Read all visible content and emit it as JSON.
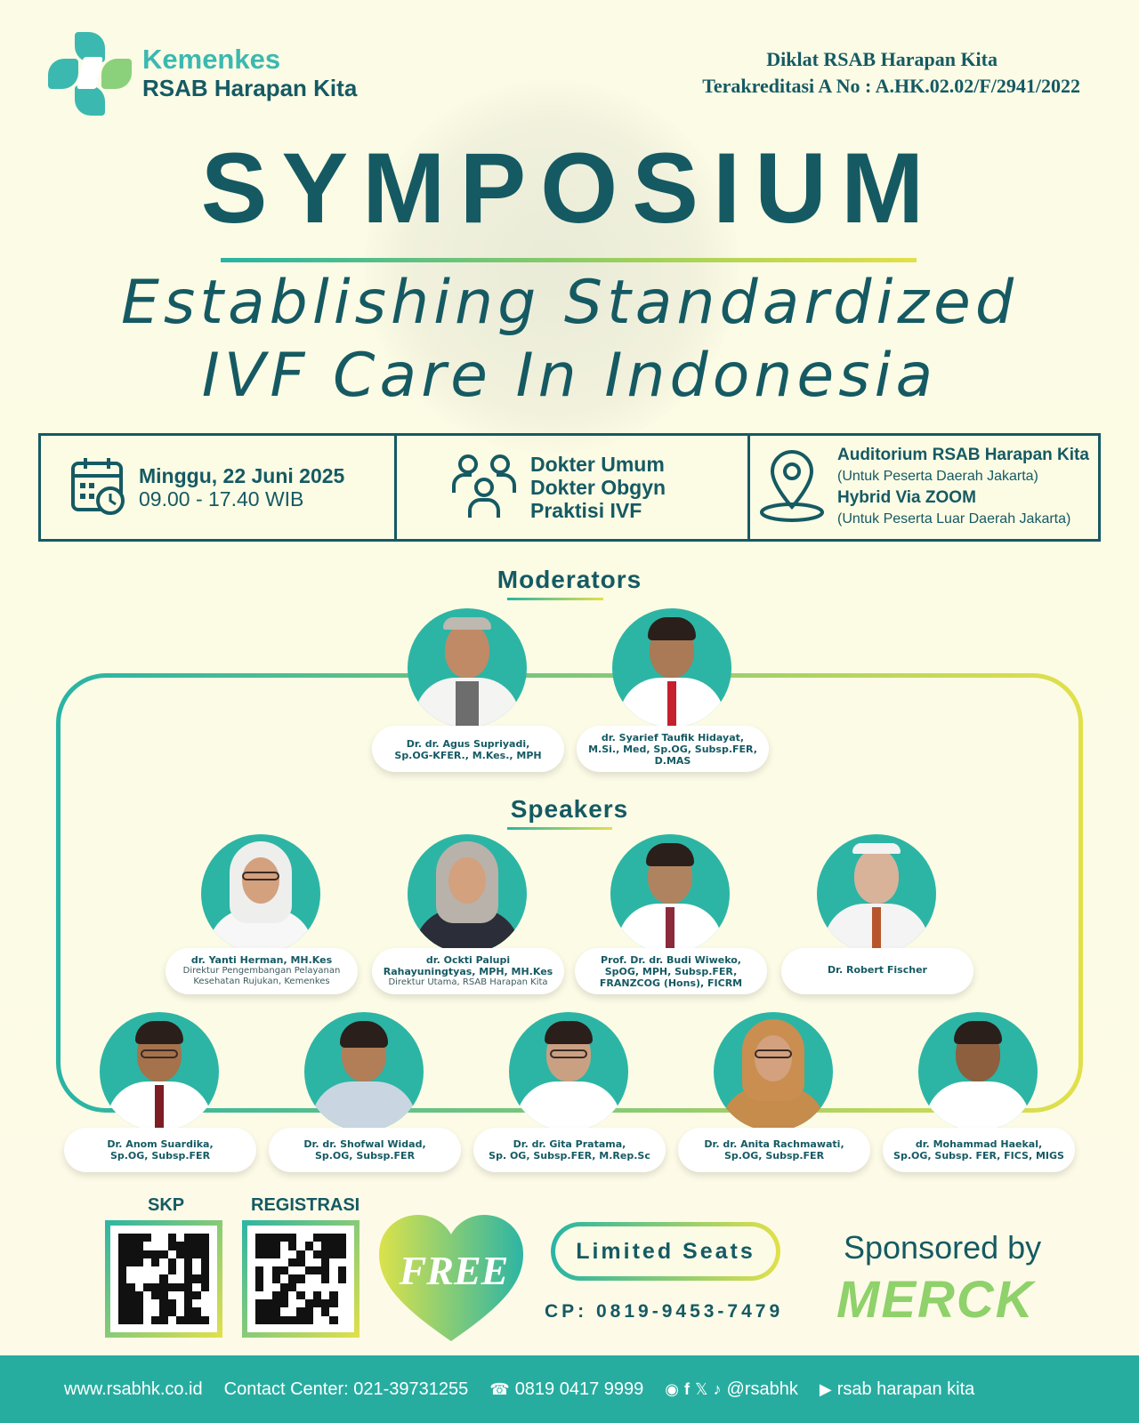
{
  "header": {
    "logo_line1": "Kemenkes",
    "logo_line2": "RSAB Harapan Kita",
    "accred_line1": "Diklat RSAB Harapan Kita",
    "accred_line2": "Terakreditasi A No : A.HK.02.02/F/2941/2022"
  },
  "title": "SYMPOSIUM",
  "subtitle_line1": "Establishing Standardized",
  "subtitle_line2": "IVF Care In Indonesia",
  "info": {
    "date": "Minggu, 22 Juni 2025",
    "time": "09.00 - 17.40 WIB",
    "audience": [
      "Dokter Umum",
      "Dokter Obgyn",
      "Praktisi IVF"
    ],
    "venue1": "Auditorium RSAB Harapan Kita",
    "venue1_note": "(Untuk Peserta Daerah Jakarta)",
    "venue2": "Hybrid Via ZOOM",
    "venue2_note": "(Untuk Peserta Luar Daerah Jakarta)"
  },
  "moderators_title": "Moderators",
  "moderators": [
    {
      "name": "Dr. dr. Agus Supriyadi,\nSp.OG-KFER., M.Kes., MPH"
    },
    {
      "name": "dr. Syarief Taufik Hidayat,\nM.Si., Med, Sp.OG, Subsp.FER,\nD.MAS"
    }
  ],
  "speakers_title": "Speakers",
  "speakers_row1": [
    {
      "name": "dr. Yanti Herman, MH.Kes",
      "role": "Direktur Pengembangan Pelayanan\nKesehatan Rujukan, Kemenkes"
    },
    {
      "name": "dr. Ockti Palupi\nRahayuningtyas, MPH, MH.Kes",
      "role": "Direktur Utama, RSAB Harapan Kita"
    },
    {
      "name": "Prof. Dr. dr. Budi Wiweko,\nSpOG, MPH, Subsp.FER,\nFRANZCOG (Hons), FICRM",
      "role": ""
    },
    {
      "name": "Dr. Robert Fischer",
      "role": ""
    }
  ],
  "speakers_row2": [
    {
      "name": "Dr. Anom Suardika,\nSp.OG, Subsp.FER"
    },
    {
      "name": "Dr. dr. Shofwal Widad,\nSp.OG, Subsp.FER"
    },
    {
      "name": "Dr. dr. Gita Pratama,\nSp. OG, Subsp.FER, M.Rep.Sc"
    },
    {
      "name": "Dr. dr. Anita Rachmawati,\nSp.OG, Subsp.FER"
    },
    {
      "name": "dr. Mohammad Haekal,\nSp.OG, Subsp. FER, FICS, MIGS"
    }
  ],
  "bottom": {
    "skp_label": "SKP",
    "reg_label": "REGISTRASI",
    "free": "FREE",
    "limited": "Limited Seats",
    "cp": "CP: 0819-9453-7479",
    "sponsored": "Sponsored by",
    "sponsor": "MERCK"
  },
  "footer": {
    "website": "www.rsabhk.co.id",
    "contact": "Contact Center: 021-39731255",
    "whatsapp": "0819 0417 9999",
    "social": "@rsabhk",
    "youtube": "rsab harapan kita"
  },
  "colors": {
    "primary": "#155a63",
    "teal": "#2cb5a4",
    "lime": "#e2e04a",
    "footer": "#27ada0"
  }
}
